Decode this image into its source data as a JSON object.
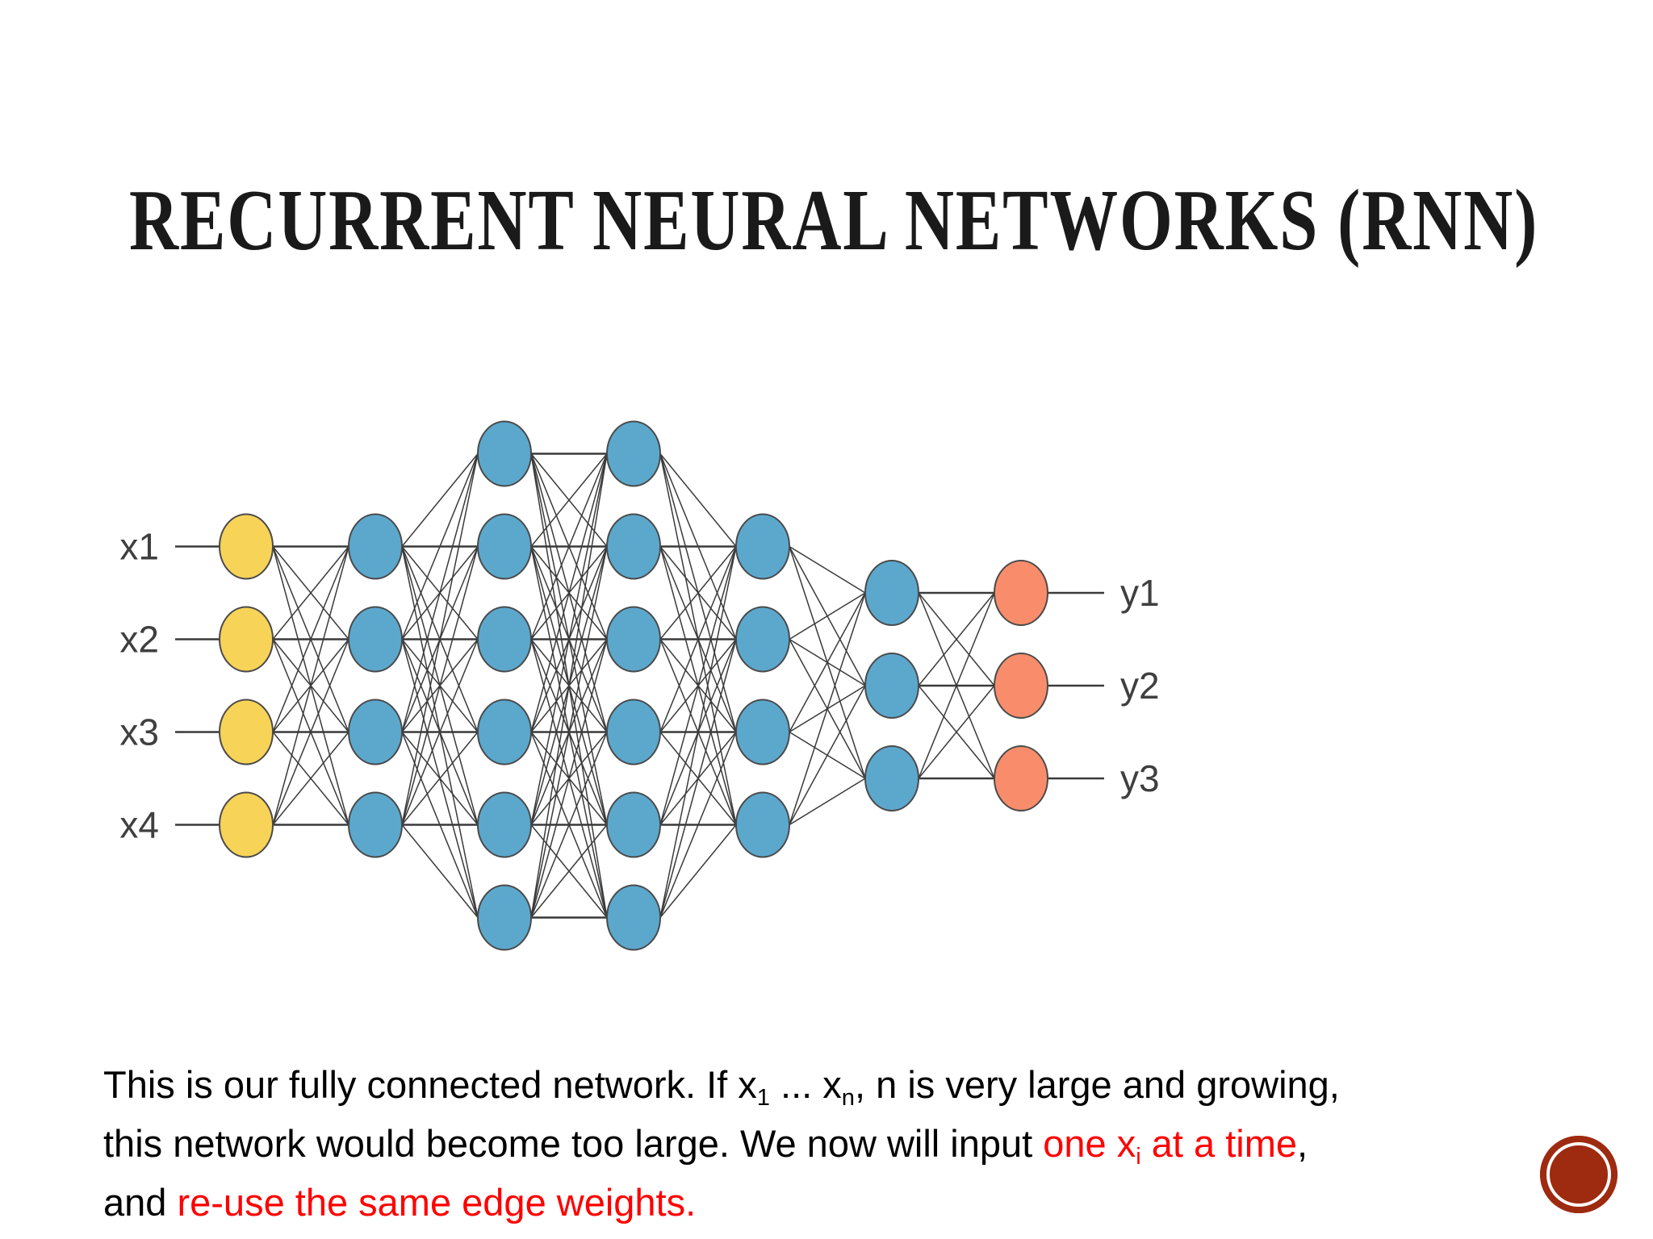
{
  "slide": {
    "title": "RECURRENT NEURAL NETWORKS (RNN)",
    "background_color": "#ffffff"
  },
  "colors": {
    "input_node": "#f7d358",
    "hidden_node": "#5ca8cd",
    "output_node": "#f98d6b",
    "node_stroke": "#4a4a4a",
    "edge": "#3a3a3a",
    "label_text": "#3f3f3f",
    "highlight_text": "#ff0000",
    "body_text": "#000000",
    "logo": "#9e2a10"
  },
  "diagram": {
    "name": "fully-connected-feedforward-network",
    "input_labels": [
      "x1",
      "x2",
      "x3",
      "x4"
    ],
    "output_labels": [
      "y1",
      "y2",
      "y3"
    ],
    "layers": [
      {
        "id": "input",
        "kind": "input",
        "count": 4,
        "color": "#f7d358"
      },
      {
        "id": "hidden1",
        "kind": "hidden",
        "count": 4,
        "color": "#5ca8cd"
      },
      {
        "id": "hidden2",
        "kind": "hidden",
        "count": 6,
        "color": "#5ca8cd"
      },
      {
        "id": "hidden3",
        "kind": "hidden",
        "count": 6,
        "color": "#5ca8cd"
      },
      {
        "id": "hidden4",
        "kind": "hidden",
        "count": 4,
        "color": "#5ca8cd"
      },
      {
        "id": "hidden5",
        "kind": "hidden",
        "count": 3,
        "color": "#5ca8cd"
      },
      {
        "id": "output",
        "kind": "output",
        "count": 3,
        "color": "#f98d6b"
      }
    ]
  },
  "caption": {
    "line1_a": "This is our fully connected network. If x",
    "line1_sub1": "1",
    "line1_b": " ... x",
    "line1_sub2": "n",
    "line1_c": ", n is very large and growing,",
    "line2_a": "this network would become too large. We now will input ",
    "line2_hl_a": "one x",
    "line2_hl_sub": "i",
    "line2_hl_b": " at a time",
    "line2_c": ",",
    "line3_a": "and ",
    "line3_hl": "re-use the same edge weights."
  },
  "logo": {
    "name": "brand-seal"
  }
}
